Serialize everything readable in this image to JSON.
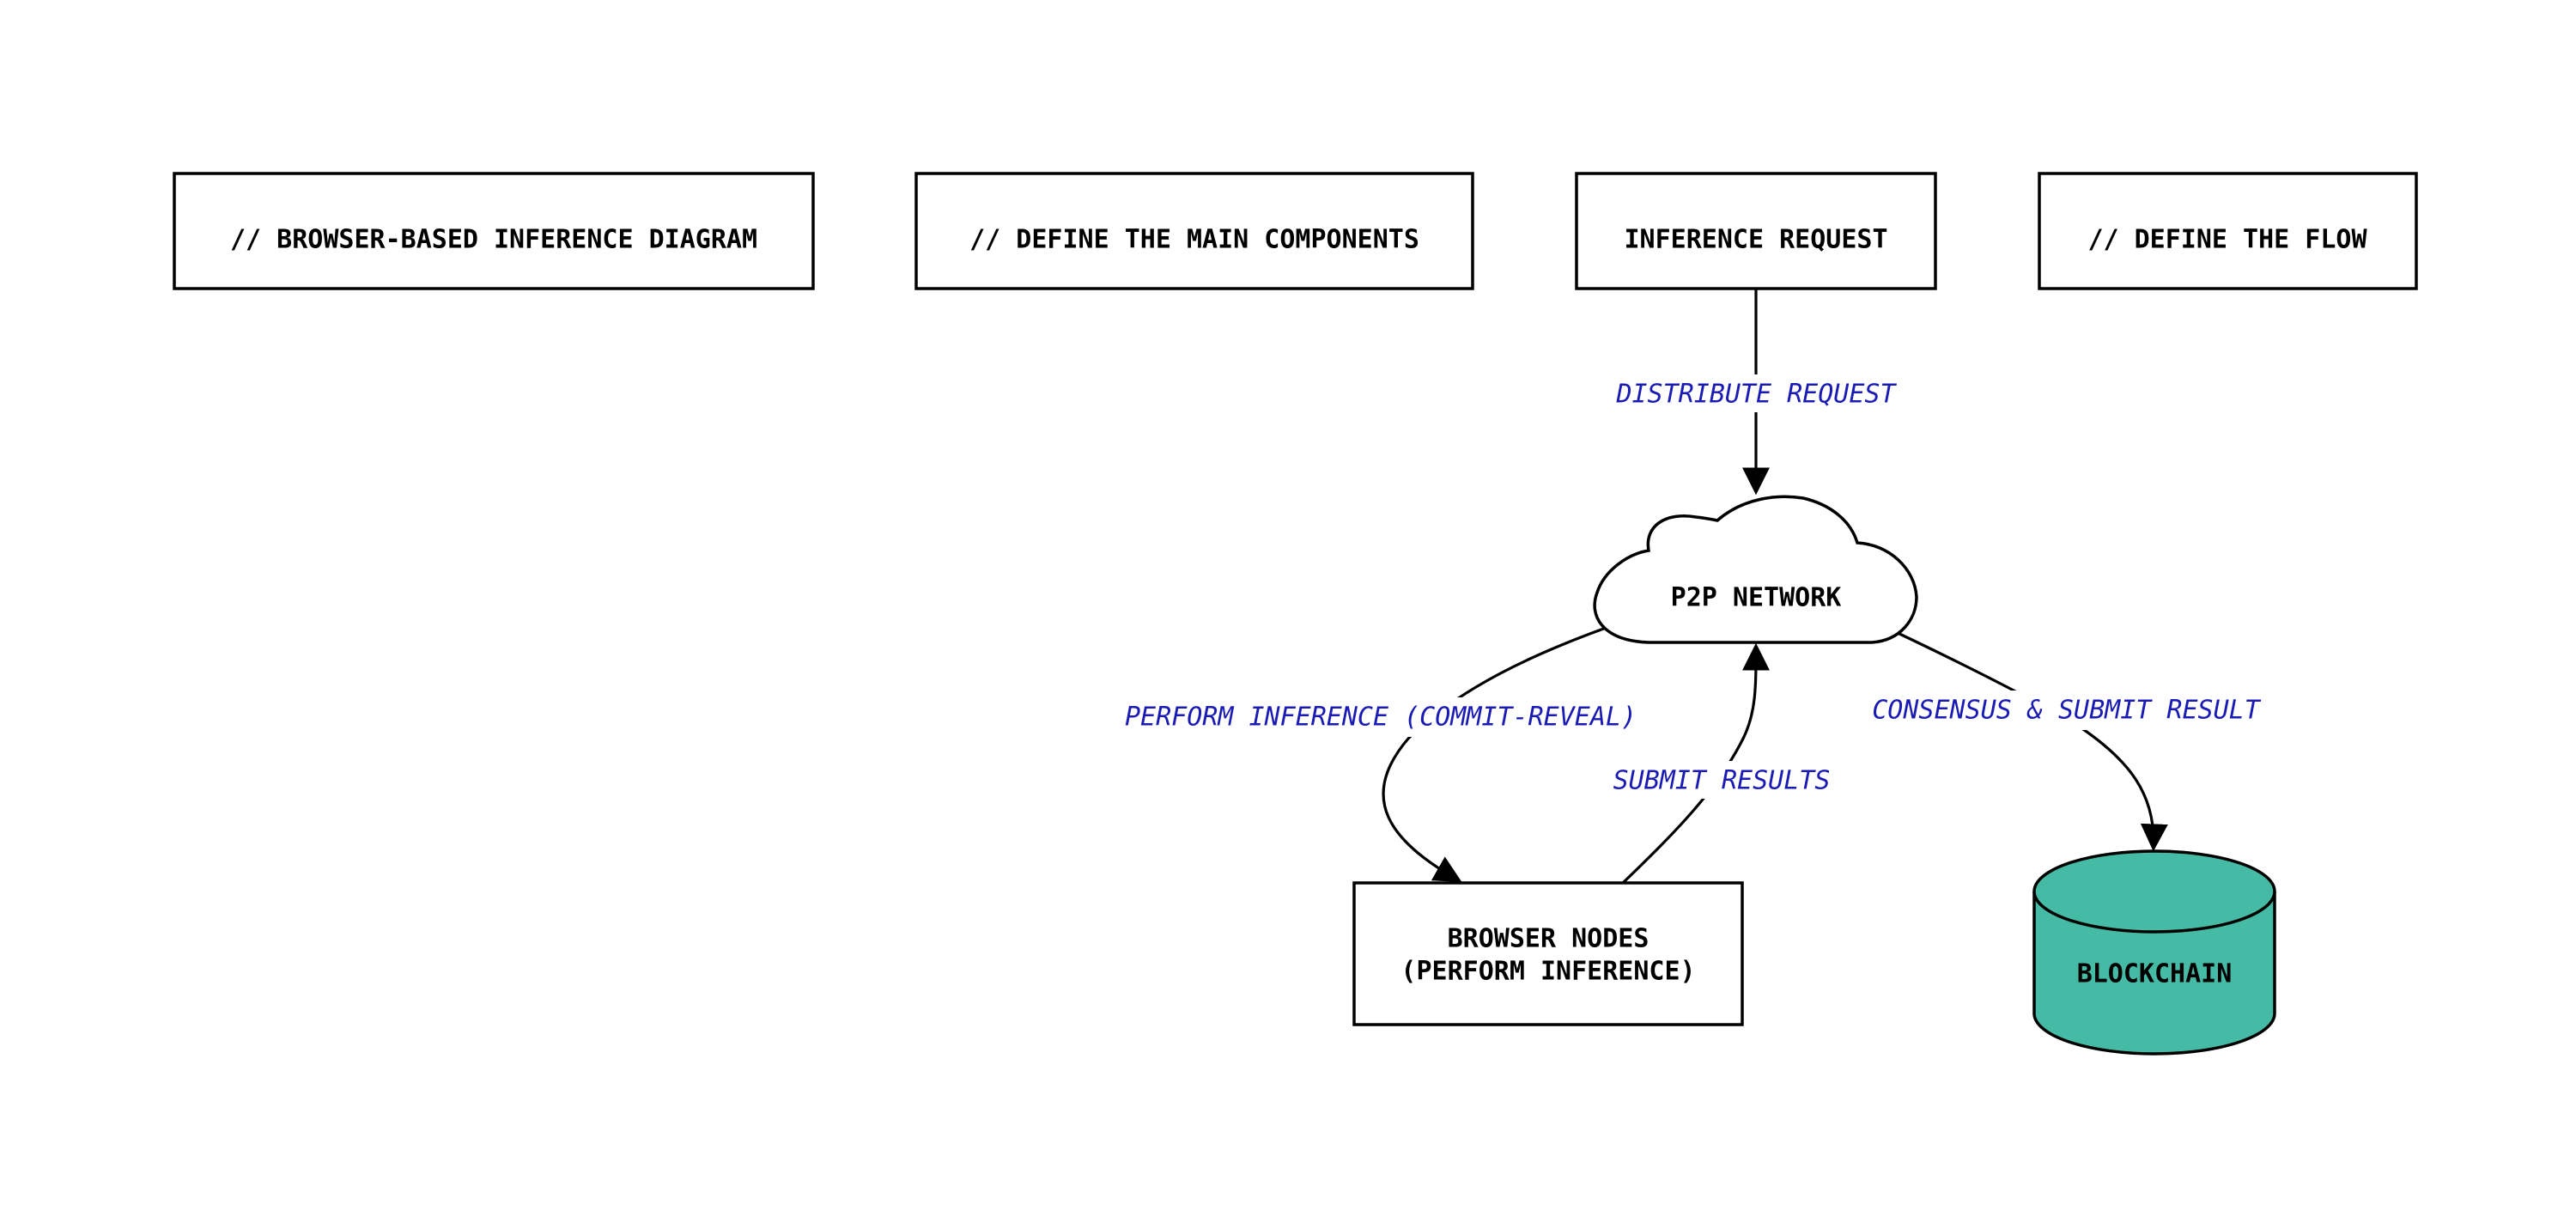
{
  "diagram": {
    "nodes": {
      "comment_browser_inference": {
        "label": "// BROWSER-BASED INFERENCE DIAGRAM"
      },
      "comment_main_components": {
        "label": "// DEFINE THE MAIN COMPONENTS"
      },
      "inference_request": {
        "label": "INFERENCE REQUEST"
      },
      "comment_flow": {
        "label": "// DEFINE THE FLOW"
      },
      "p2p_network": {
        "label": "P2P NETWORK"
      },
      "browser_nodes": {
        "label_line1": "BROWSER NODES",
        "label_line2": "(PERFORM INFERENCE)"
      },
      "blockchain": {
        "label": "BLOCKCHAIN"
      }
    },
    "edges": {
      "distribute_request": {
        "from": "INFERENCE REQUEST",
        "to": "P2P NETWORK",
        "label": "DISTRIBUTE REQUEST"
      },
      "perform_inference": {
        "from": "P2P NETWORK",
        "to": "BROWSER NODES",
        "label": "PERFORM INFERENCE (COMMIT-REVEAL)"
      },
      "submit_results": {
        "from": "BROWSER NODES",
        "to": "P2P NETWORK",
        "label": "SUBMIT RESULTS"
      },
      "consensus_submit": {
        "from": "P2P NETWORK",
        "to": "BLOCKCHAIN",
        "label": "CONSENSUS & SUBMIT RESULT"
      }
    },
    "colors": {
      "node_stroke": "#000000",
      "node_text": "#000000",
      "edge_label": "#1a1ab4",
      "blockchain_fill": "#45bba5",
      "background": "#ffffff"
    }
  }
}
